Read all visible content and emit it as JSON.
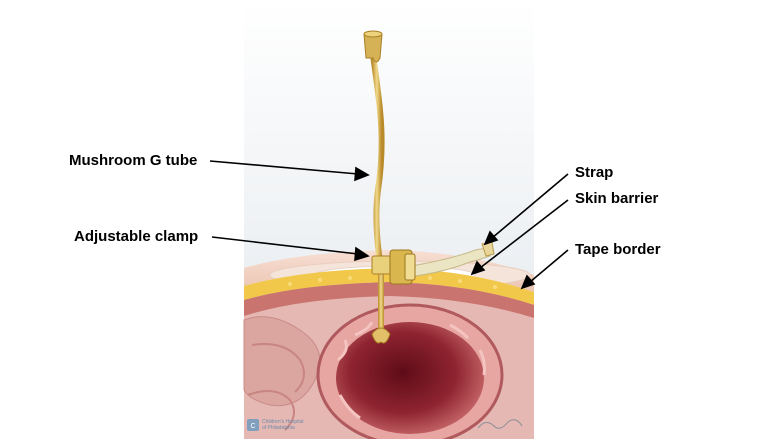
{
  "labels": {
    "mushroom_g_tube": "Mushroom G tube",
    "adjustable_clamp": "Adjustable clamp",
    "strap": "Strap",
    "skin_barrier": "Skin barrier",
    "tape_border": "Tape border"
  },
  "logo": {
    "line1": "Children's Hospital",
    "line2": "of Philadelphia"
  },
  "colors": {
    "tube": "#c9a13c",
    "tube_light": "#ecd27a",
    "skin": "#f3d4c6",
    "fat": "#f0c94a",
    "tissue": "#d9a8a2",
    "stomach_inner": "#8a1e2a",
    "background_panel": "#eef0f3"
  }
}
